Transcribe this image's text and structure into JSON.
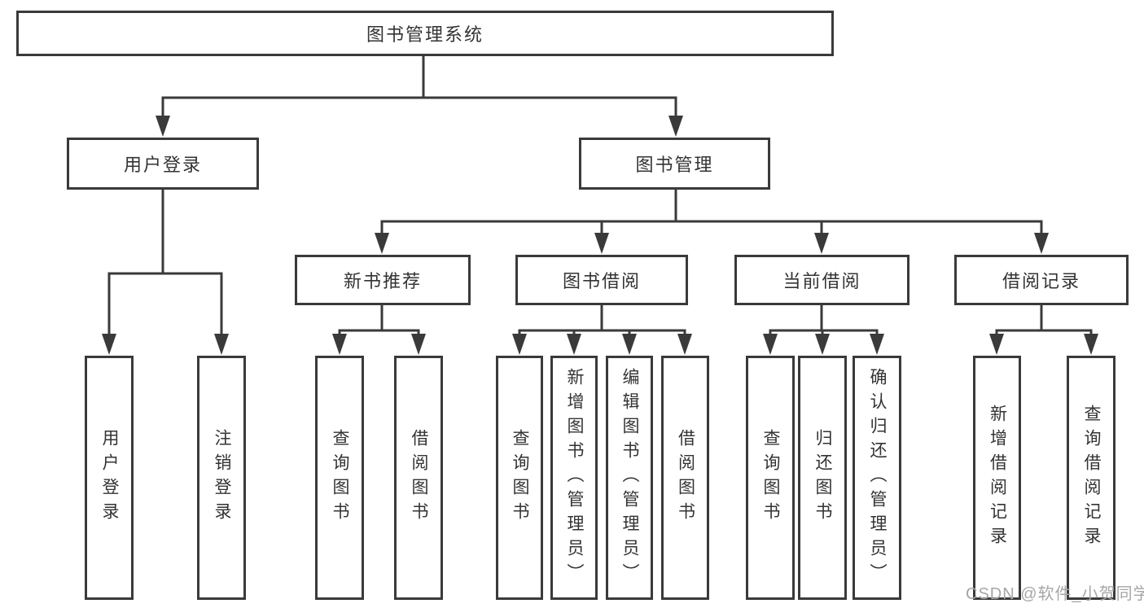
{
  "colors": {
    "line": "#3a3a3a",
    "ink": "#333333",
    "box_bg": "#ffffff",
    "watermark": "#a6a6a6"
  },
  "watermark": {
    "text": "CSDN @软件_小贺同学"
  },
  "tree": {
    "root": {
      "label": "图书管理系统"
    },
    "branches": [
      {
        "label": "用户登录",
        "children": [
          {
            "label": "用户登录"
          },
          {
            "label": "注销登录"
          }
        ]
      },
      {
        "label": "图书管理",
        "children": [
          {
            "label": "新书推荐",
            "children": [
              {
                "label": "查询图书"
              },
              {
                "label": "借阅图书"
              }
            ]
          },
          {
            "label": "图书借阅",
            "children": [
              {
                "label": "查询图书"
              },
              {
                "label": "新增图书（管理员）"
              },
              {
                "label": "编辑图书（管理员）"
              },
              {
                "label": "借阅图书"
              }
            ]
          },
          {
            "label": "当前借阅",
            "children": [
              {
                "label": "查询图书"
              },
              {
                "label": "归还图书"
              },
              {
                "label": "确认归还（管理员）"
              }
            ]
          },
          {
            "label": "借阅记录",
            "children": [
              {
                "label": "新增借阅记录"
              },
              {
                "label": "查询借阅记录"
              }
            ]
          }
        ]
      }
    ]
  }
}
